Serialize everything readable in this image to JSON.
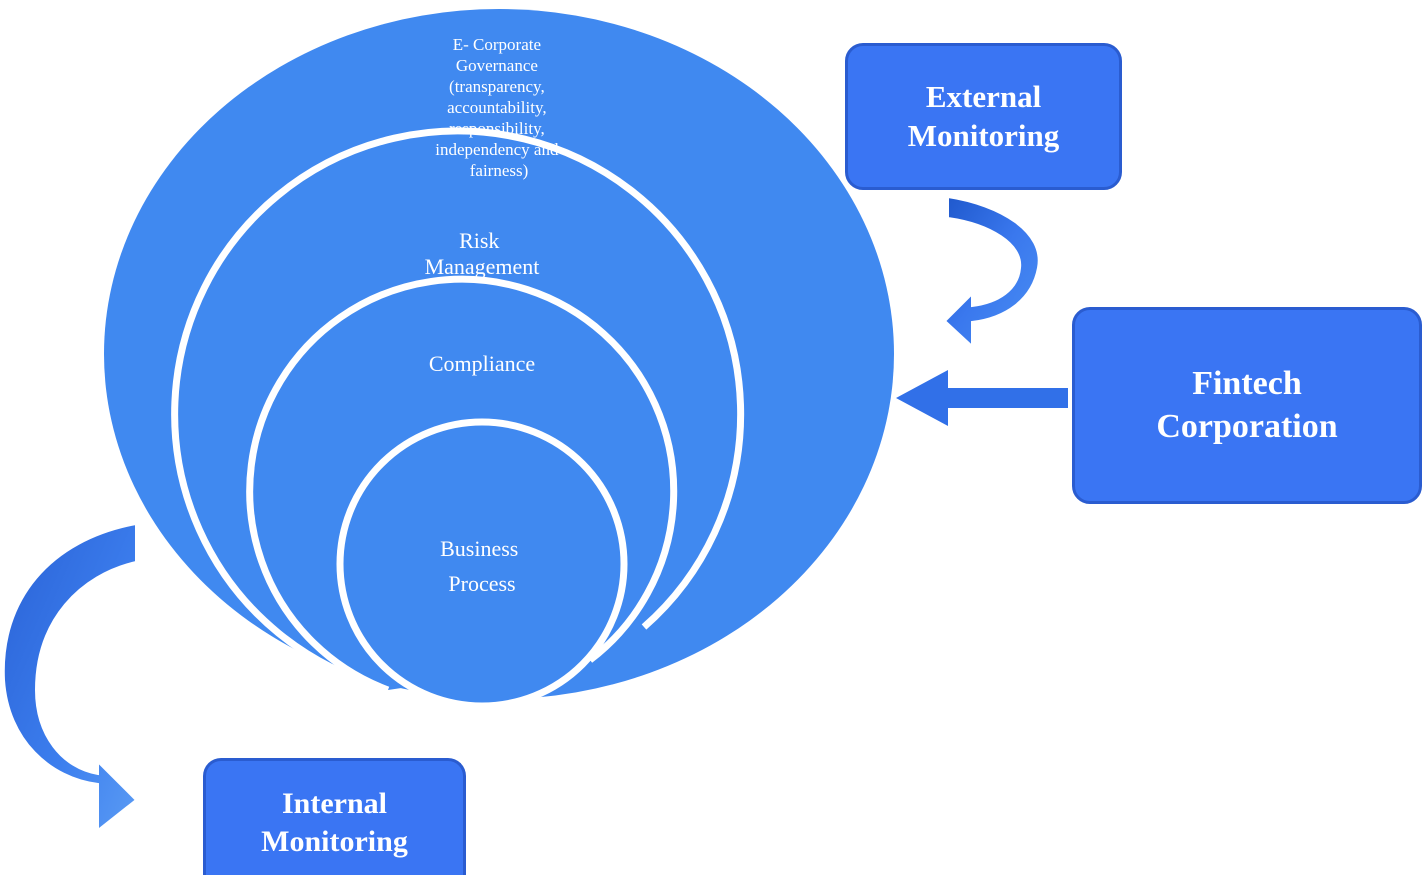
{
  "circles": {
    "outer": {
      "label": "E- Corporate Governance (transparency, accountability, responsibility, independency and fairness)",
      "lines": [
        "E- Corporate",
        "Governance",
        "(transparency,",
        "accountability,",
        "responsibility,",
        "independency and",
        "fairness)"
      ]
    },
    "risk": {
      "lines": [
        "Risk",
        "Management"
      ]
    },
    "compliance": {
      "lines": [
        "Compliance"
      ]
    },
    "business": {
      "lines": [
        "Business",
        "Process"
      ]
    }
  },
  "boxes": {
    "external": "External\nMonitoring",
    "fintech": "Fintech\nCorporation",
    "internal": "Internal\nMonitoring"
  },
  "colors": {
    "circle_fill": "#4089f0",
    "ring_stroke": "#ffffff",
    "box_fill": "#3a75f3",
    "box_border": "#2a5cd0",
    "arrow_fill": "#3170e8",
    "arrow_dark": "#1f58cc",
    "curved_arrow_light": "#4a8ff2"
  }
}
